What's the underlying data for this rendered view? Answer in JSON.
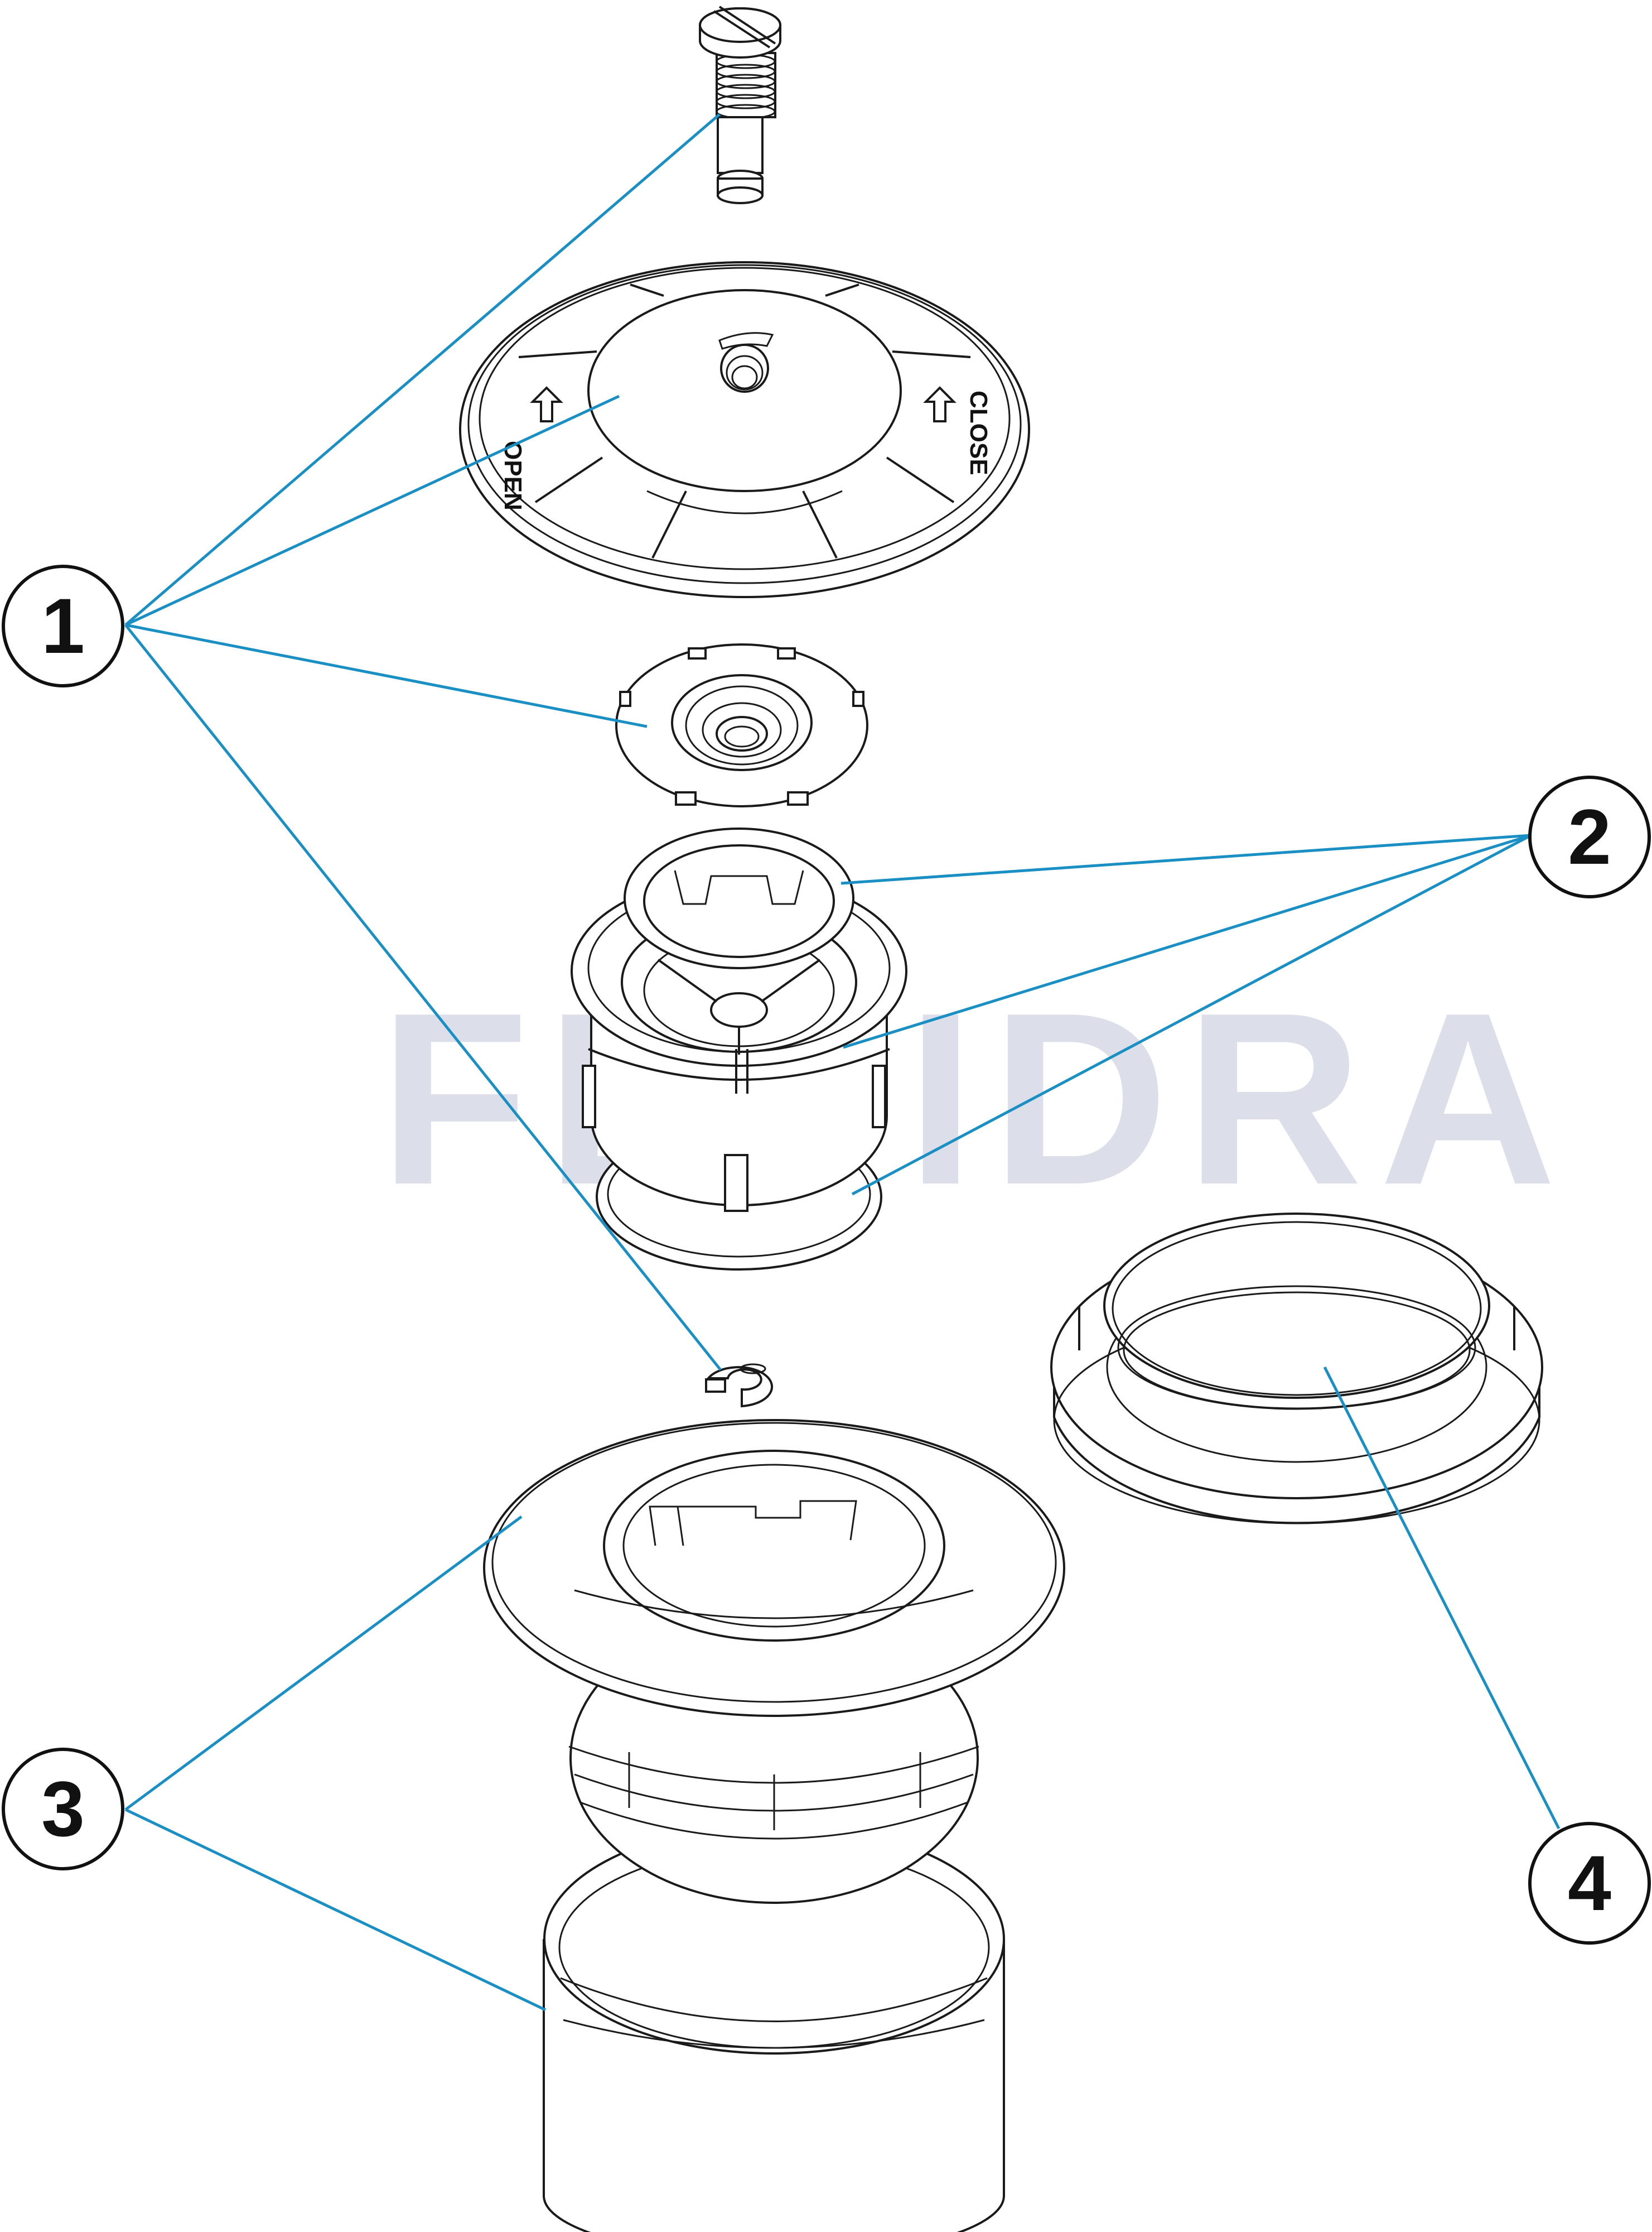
{
  "diagram": {
    "type": "exploded-parts-view",
    "watermark": "FLUIDRA",
    "colors": {
      "leader_line": "#1a8fc4",
      "outline": "#1a1a1a",
      "watermark": "#dcdfea",
      "background": "#ffffff"
    },
    "dial_labels": {
      "open": "OPEN",
      "close": "CLOSE"
    },
    "callouts": [
      {
        "id": "1",
        "label": "1",
        "targets": [
          "screw",
          "adjustment-dial",
          "inner-cap",
          "c-clip"
        ]
      },
      {
        "id": "2",
        "label": "2",
        "targets": [
          "o-ring-top",
          "valve-body-seal",
          "o-ring-bottom"
        ]
      },
      {
        "id": "3",
        "label": "3",
        "targets": [
          "flange-ring",
          "base-housing"
        ]
      },
      {
        "id": "4",
        "label": "4",
        "targets": [
          "adapter-bushing"
        ]
      }
    ],
    "parts": [
      {
        "name": "slotted-screw",
        "callout": "1"
      },
      {
        "name": "adjustment-dial",
        "callout": "1"
      },
      {
        "name": "notched-inner-cap",
        "callout": "1"
      },
      {
        "name": "o-ring",
        "callout": "2"
      },
      {
        "name": "valve-cartridge",
        "callout": "2"
      },
      {
        "name": "lower-seal",
        "callout": "2"
      },
      {
        "name": "c-clip",
        "callout": "1"
      },
      {
        "name": "flange-ring",
        "callout": "3"
      },
      {
        "name": "eyeball-nozzle",
        "callout": "3"
      },
      {
        "name": "base-housing",
        "callout": "3"
      },
      {
        "name": "adapter-bushing",
        "callout": "4"
      }
    ]
  }
}
